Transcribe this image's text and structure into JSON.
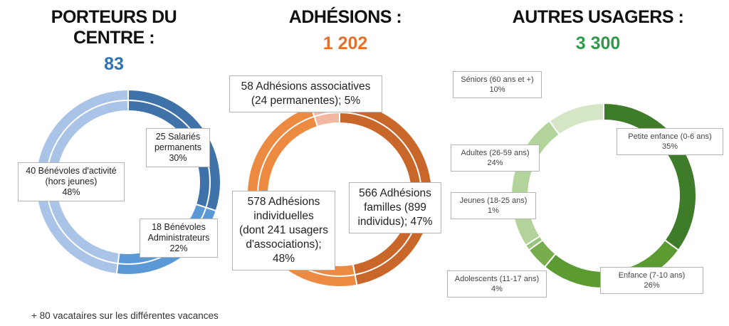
{
  "chart_data": [
    {
      "type": "pie",
      "title": "PORTEURS DU CENTRE :",
      "total": "83",
      "total_color": "#2f72b4",
      "slices": [
        {
          "label_lines": [
            "25 Salariés",
            "permanents",
            "30%"
          ],
          "value": 30,
          "color": "#3f72a9"
        },
        {
          "label_lines": [
            "18 Bénévoles",
            "Administrateurs",
            "22%"
          ],
          "value": 22,
          "color": "#5a98d6"
        },
        {
          "label_lines": [
            "40 Bénévoles d'activité",
            "(hors jeunes)",
            "48%"
          ],
          "value": 48,
          "color": "#a9c4e6"
        }
      ],
      "footnote": "+ 80 vacataires sur les différentes vacances"
    },
    {
      "type": "pie",
      "title": "ADHÉSIONS :",
      "total": "1 202",
      "total_color": "#e0722f",
      "slices": [
        {
          "label_lines": [
            "566 Adhésions",
            "familles (899",
            "individus); 47%"
          ],
          "value": 47,
          "color": "#c9662a"
        },
        {
          "label_lines": [
            "578 Adhésions",
            "individuelles",
            "(dont 241 usagers",
            "d'associations);",
            "48%"
          ],
          "value": 48,
          "color": "#ec8a41"
        },
        {
          "label_lines": [
            "58 Adhésions associatives",
            "(24 permanentes); 5%"
          ],
          "value": 5,
          "color": "#f2b9a2"
        }
      ]
    },
    {
      "type": "pie",
      "title": "AUTRES USAGERS :",
      "total": "3 300",
      "total_color": "#2e9a4a",
      "slices": [
        {
          "label_lines": [
            "Petite enfance (0-6 ans)",
            "35%"
          ],
          "value": 35,
          "color": "#3f7c2a"
        },
        {
          "label_lines": [
            "Enfance (7-10 ans)",
            "26%"
          ],
          "value": 26,
          "color": "#5b9b32"
        },
        {
          "label_lines": [
            "Adolescents (11-17 ans)",
            "4%"
          ],
          "value": 4,
          "color": "#78ad4e"
        },
        {
          "label_lines": [
            "Jeunes (18-25 ans)",
            "1%"
          ],
          "value": 1,
          "color": "#98c47b"
        },
        {
          "label_lines": [
            "Adultes (26-59 ans)",
            "24%"
          ],
          "value": 24,
          "color": "#b2d49b"
        },
        {
          "label_lines": [
            "Séniors (60 ans et +)",
            "10%"
          ],
          "value": 10,
          "color": "#d4e6c5"
        }
      ]
    }
  ]
}
